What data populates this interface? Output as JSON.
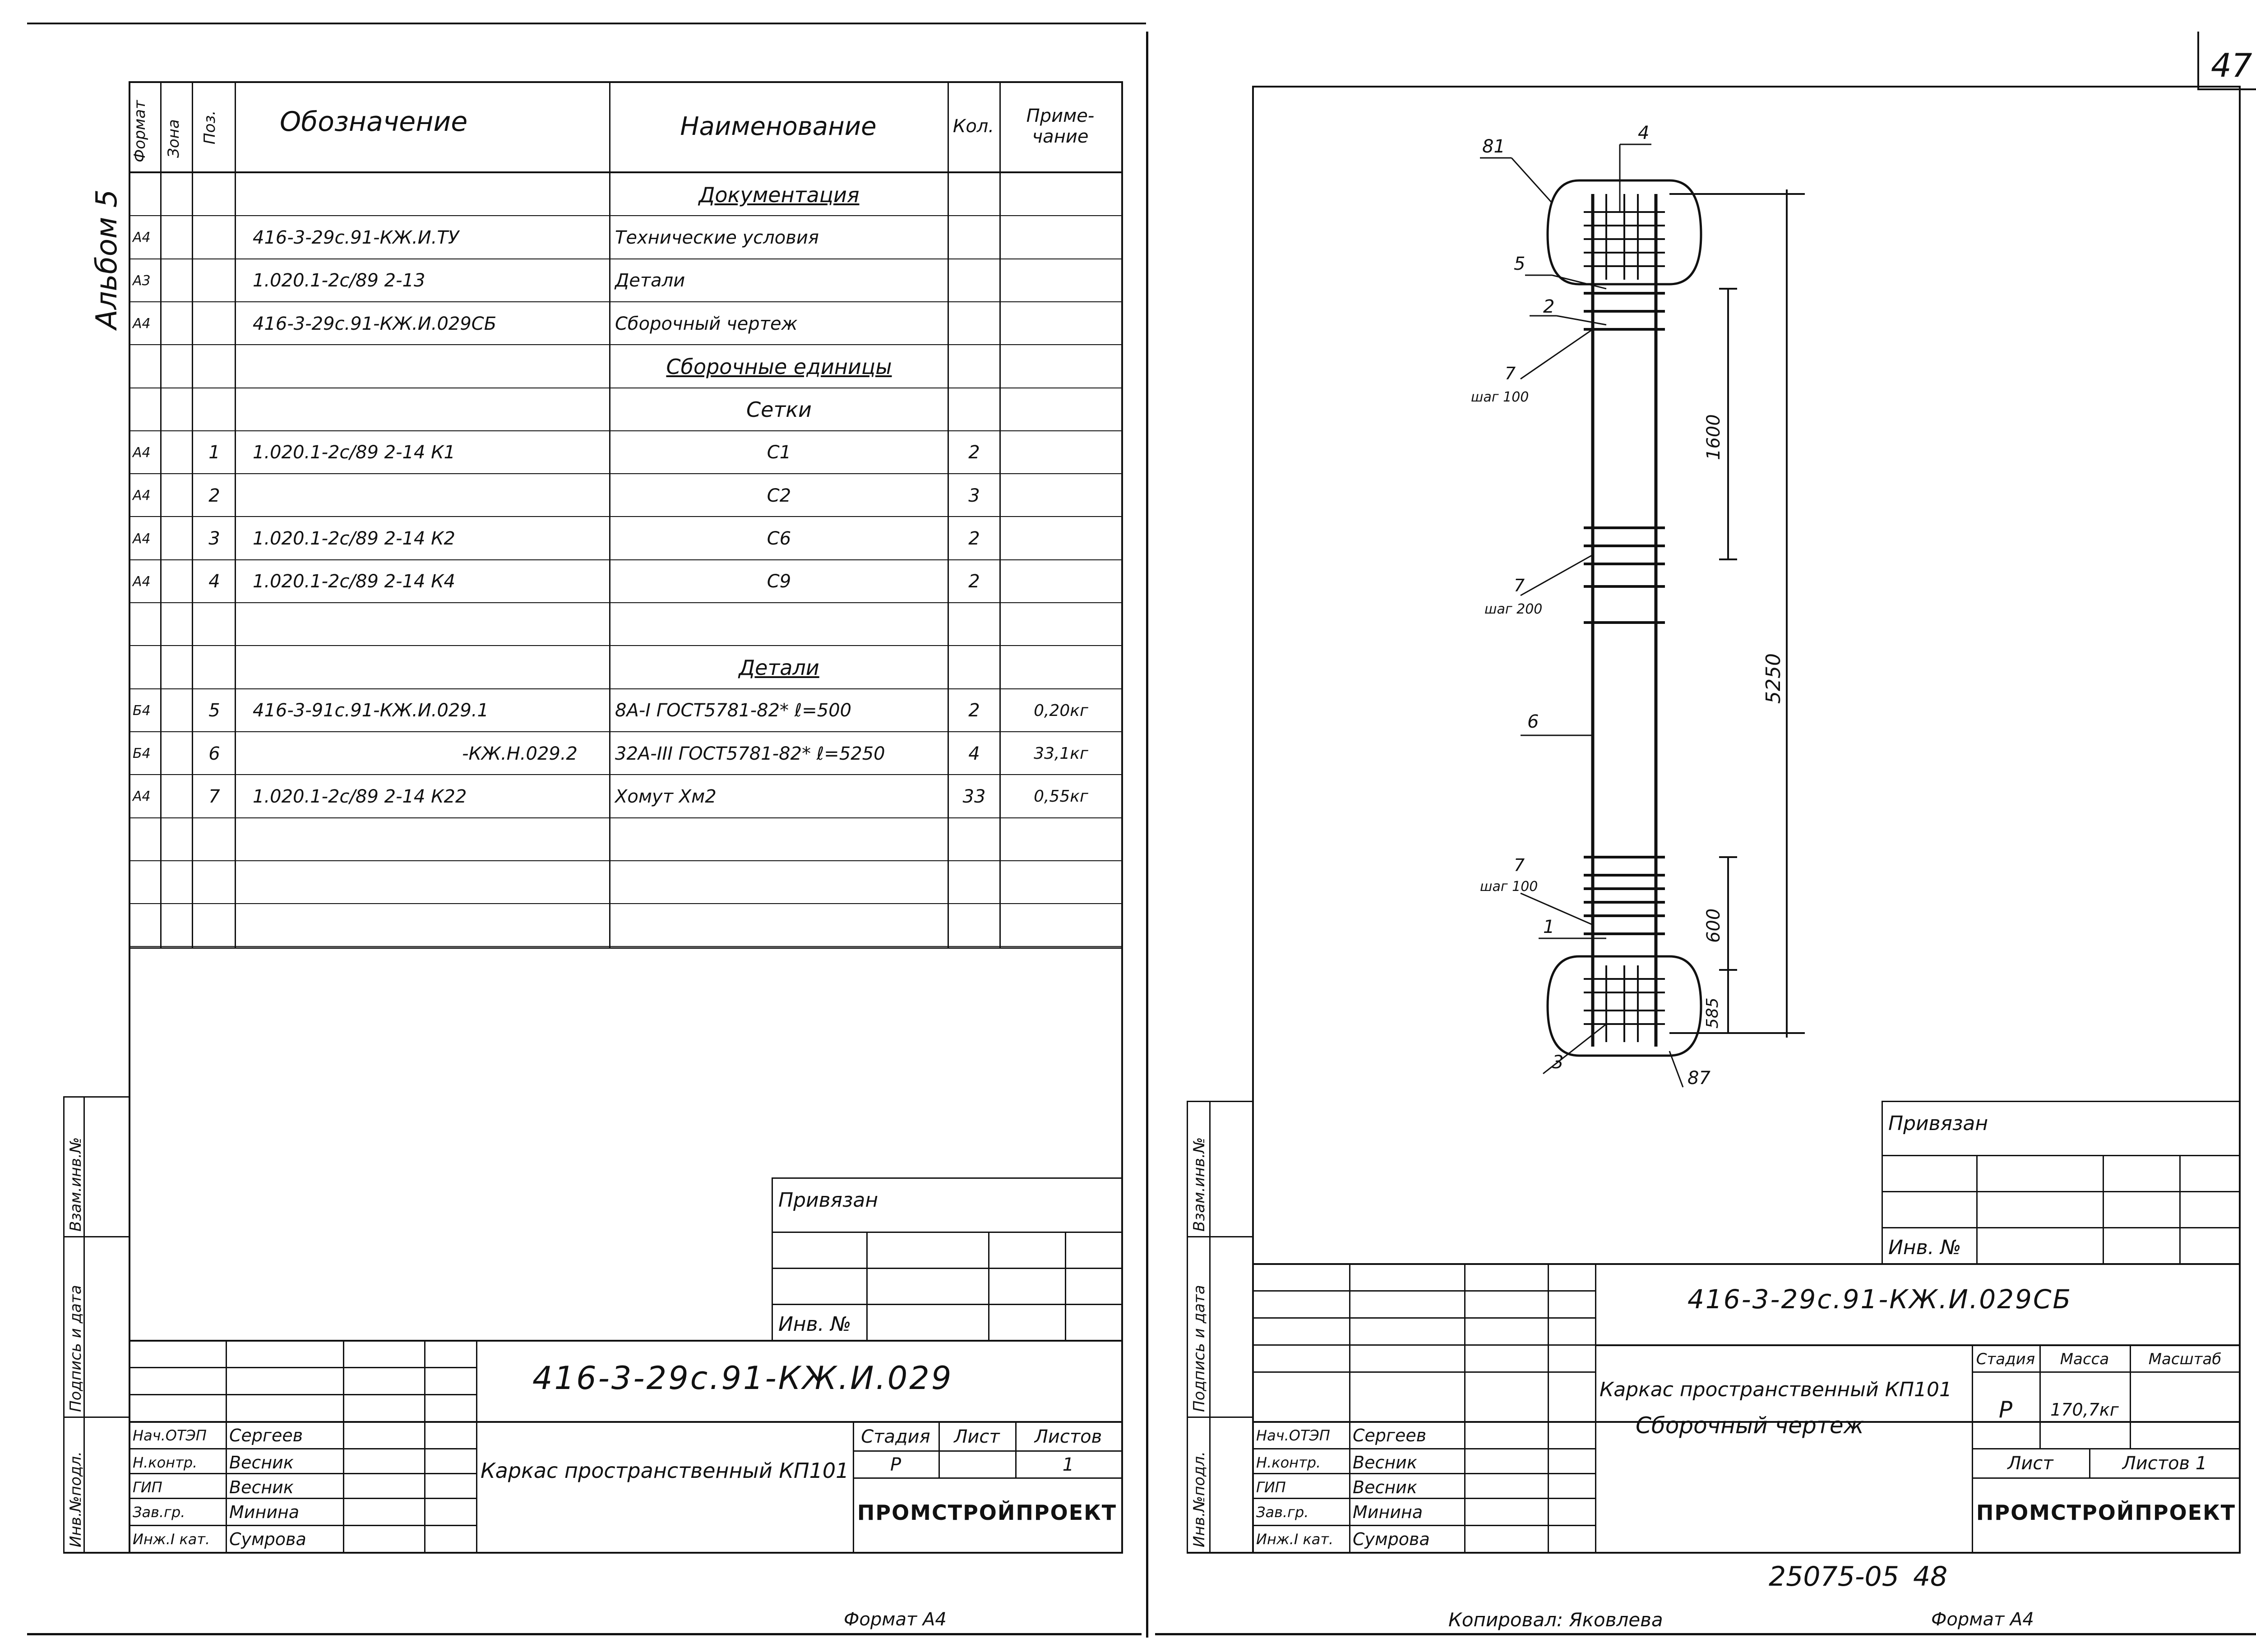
{
  "page_number": "47",
  "album_label": "Альбом 5",
  "spec": {
    "headers": {
      "format": "Формат",
      "zone": "Зона",
      "pos": "Поз.",
      "designation": "Обозначение",
      "name": "Наименование",
      "qty": "Кол.",
      "note": "Приме-\nчание"
    },
    "rows": [
      {
        "format": "",
        "pos": "",
        "designation": "",
        "name": "Документация",
        "qty": "",
        "note": "",
        "heading": true
      },
      {
        "format": "А4",
        "pos": "",
        "designation": "416-3-29с.91-КЖ.И.ТУ",
        "name": "Технические условия",
        "qty": "",
        "note": ""
      },
      {
        "format": "А3",
        "pos": "",
        "designation": "1.020.1-2с/89 2-13",
        "name": "Детали",
        "qty": "",
        "note": ""
      },
      {
        "format": "А4",
        "pos": "",
        "designation": "416-3-29с.91-КЖ.И.029СБ",
        "name": "Сборочный чертеж",
        "qty": "",
        "note": ""
      },
      {
        "format": "",
        "pos": "",
        "designation": "",
        "name": "Сборочные единицы",
        "qty": "",
        "note": "",
        "heading": true
      },
      {
        "format": "",
        "pos": "",
        "designation": "",
        "name": "Сетки",
        "qty": "",
        "note": "",
        "subheading": true
      },
      {
        "format": "А4",
        "pos": "1",
        "designation": "1.020.1-2с/89 2-14 К1",
        "name": "С1",
        "qty": "2",
        "note": ""
      },
      {
        "format": "А4",
        "pos": "2",
        "designation": "",
        "name": "С2",
        "qty": "3",
        "note": ""
      },
      {
        "format": "А4",
        "pos": "3",
        "designation": "1.020.1-2с/89 2-14 К2",
        "name": "С6",
        "qty": "2",
        "note": ""
      },
      {
        "format": "А4",
        "pos": "4",
        "designation": "1.020.1-2с/89 2-14 К4",
        "name": "С9",
        "qty": "2",
        "note": ""
      },
      {
        "format": "",
        "pos": "",
        "designation": "",
        "name": "",
        "qty": "",
        "note": ""
      },
      {
        "format": "",
        "pos": "",
        "designation": "",
        "name": "Детали",
        "qty": "",
        "note": "",
        "heading": true
      },
      {
        "format": "Б4",
        "pos": "5",
        "designation": "416-3-91с.91-КЖ.И.029.1",
        "name": "8А-I ГОСТ5781-82* ℓ=500",
        "qty": "2",
        "note": "0,20кг"
      },
      {
        "format": "Б4",
        "pos": "6",
        "designation": "-КЖ.Н.029.2",
        "name": "32А-III ГОСТ5781-82* ℓ=5250",
        "qty": "4",
        "note": "33,1кг"
      },
      {
        "format": "А4",
        "pos": "7",
        "designation": "1.020.1-2с/89 2-14 К22",
        "name": "Хомут Хм2",
        "qty": "33",
        "note": "0,55кг"
      },
      {
        "format": "",
        "pos": "",
        "designation": "",
        "name": "",
        "qty": "",
        "note": ""
      },
      {
        "format": "",
        "pos": "",
        "designation": "",
        "name": "",
        "qty": "",
        "note": ""
      },
      {
        "format": "",
        "pos": "",
        "designation": "",
        "name": "",
        "qty": "",
        "note": ""
      }
    ]
  },
  "side_labels": {
    "zam_inv": "Взам.инв.№",
    "sign_date": "Подпись и дата",
    "inv_podl": "Инв.№подл."
  },
  "left_title": {
    "privyazan": "Привязан",
    "inv_no": "Инв. №",
    "code": "416-3-29с.91-КЖ.И.029",
    "name": "Каркас пространственный КП101",
    "stage_h": "Стадия",
    "sheet_h": "Лист",
    "sheets_h": "Листов",
    "stage": "Р",
    "sheet": "",
    "sheets": "1",
    "org": "ПРОМСТРОЙПРОЕКТ",
    "format": "Формат А4"
  },
  "signatures": [
    {
      "role": "Нач.ОТЭП",
      "name": "Сергеев"
    },
    {
      "role": "Н.контр.",
      "name": "Весник"
    },
    {
      "role": "ГИП",
      "name": "Весник"
    },
    {
      "role": "Зав.гр.",
      "name": "Минина"
    },
    {
      "role": "Инж.I кат.",
      "name": "Сумрова"
    }
  ],
  "right_title": {
    "privyazan": "Привязан",
    "inv_no": "Инв. №",
    "code": "416-3-29с.91-КЖ.И.029СБ",
    "name1": "Каркас пространственный КП101",
    "name2": "Сборочный чертеж",
    "stage_h": "Стадия",
    "mass_h": "Масса",
    "scale_h": "Масштаб",
    "stage": "Р",
    "mass": "170,7кг",
    "sheet_h": "Лист",
    "sheets_h": "Листов 1",
    "org": "ПРОМСТРОЙПРОЕКТ",
    "format": "Формат А4",
    "copied": "Копировал: Яковлева",
    "archive": "25075-05",
    "archive_page": "48"
  },
  "drawing": {
    "callouts": [
      "81",
      "4",
      "5",
      "2",
      "7",
      "шаг 100",
      "7",
      "шаг 200",
      "6",
      "7",
      "шаг 100",
      "1",
      "3",
      "87"
    ],
    "dims": [
      "1600",
      "5250",
      "600",
      "585"
    ]
  }
}
